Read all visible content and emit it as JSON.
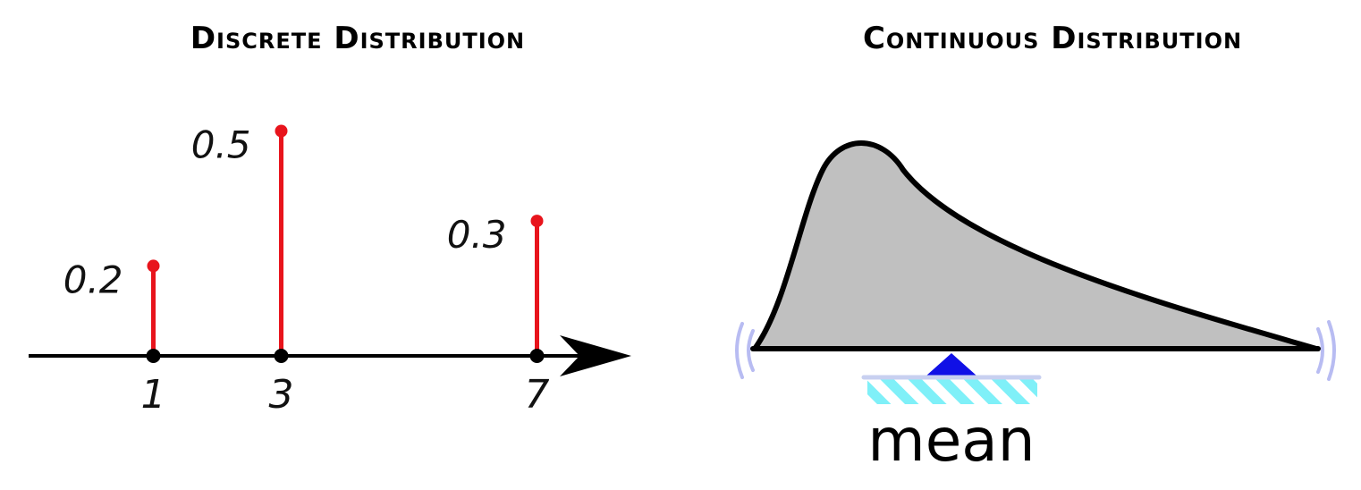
{
  "discrete": {
    "title": "Discrete Distribution",
    "points": [
      {
        "x": 1,
        "p": 0.2,
        "x_label": "1",
        "p_label": "0.2"
      },
      {
        "x": 3,
        "p": 0.5,
        "x_label": "3",
        "p_label": "0.5"
      },
      {
        "x": 7,
        "p": 0.3,
        "x_label": "7",
        "p_label": "0.3"
      }
    ]
  },
  "continuous": {
    "title": "Continuous Distribution",
    "mean_label": "mean"
  },
  "colors": {
    "stem": "#e8141c",
    "axis": "#000000",
    "density_fill": "#c0c0c0",
    "fulcrum": "#1010e6",
    "ground_hatch": "#7ff0f8",
    "ground_line": "#c8d0f0",
    "vibration": "#b8bcf2"
  },
  "icons": {
    "fulcrum": "triangle-fulcrum-icon",
    "ground": "hatched-ground-icon",
    "vibration": "vibration-arcs-icon"
  }
}
